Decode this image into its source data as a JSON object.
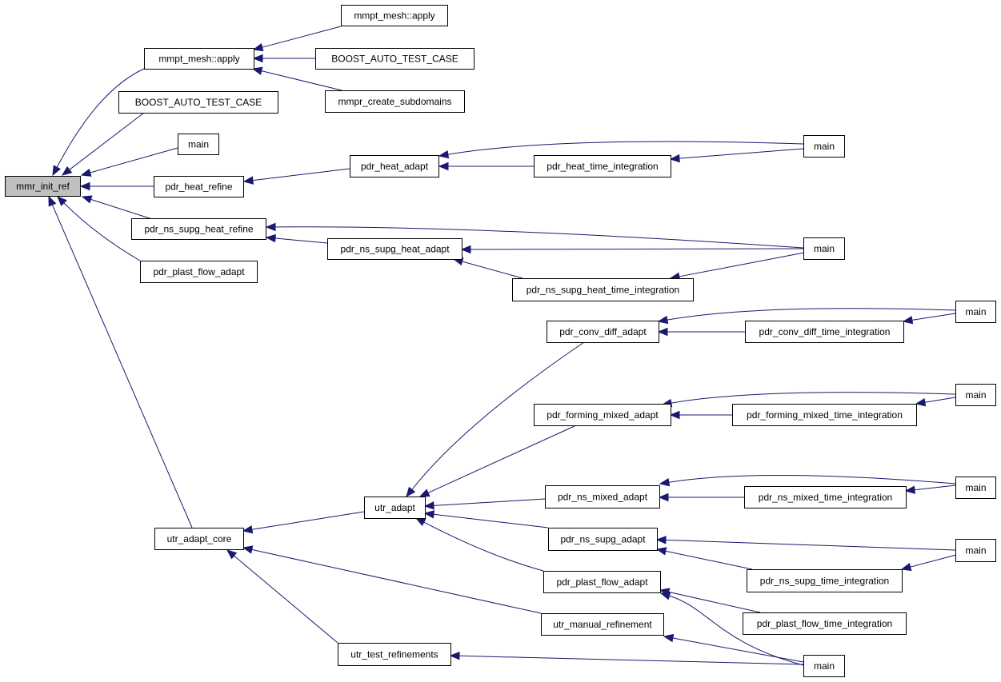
{
  "graph": {
    "edge_color": "#191970",
    "root_fill": "#bfbfbf",
    "nodes": [
      {
        "id": "mmr_init_ref",
        "label": "mmr_init_ref",
        "root": true
      },
      {
        "id": "mmpt_apply_1",
        "label": "mmpt_mesh::apply"
      },
      {
        "id": "mmpt_apply_2",
        "label": "mmpt_mesh::apply"
      },
      {
        "id": "boost_1",
        "label": "BOOST_AUTO_TEST_CASE"
      },
      {
        "id": "mmpr_create",
        "label": "mmpr_create_subdomains"
      },
      {
        "id": "boost_2",
        "label": "BOOST_AUTO_TEST_CASE"
      },
      {
        "id": "main_1",
        "label": "main"
      },
      {
        "id": "pdr_heat_refine",
        "label": "pdr_heat_refine"
      },
      {
        "id": "pdr_heat_adapt",
        "label": "pdr_heat_adapt"
      },
      {
        "id": "pdr_heat_time",
        "label": "pdr_heat_time_integration"
      },
      {
        "id": "main_2",
        "label": "main"
      },
      {
        "id": "pdr_ns_supg_heat_refine",
        "label": "pdr_ns_supg_heat_refine"
      },
      {
        "id": "pdr_ns_supg_heat_adapt",
        "label": "pdr_ns_supg_heat_adapt"
      },
      {
        "id": "main_3",
        "label": "main"
      },
      {
        "id": "pdr_ns_supg_heat_time",
        "label": "pdr_ns_supg_heat_time_integration"
      },
      {
        "id": "pdr_plast_flow_adapt_1",
        "label": "pdr_plast_flow_adapt"
      },
      {
        "id": "pdr_conv_diff_adapt",
        "label": "pdr_conv_diff_adapt"
      },
      {
        "id": "pdr_conv_diff_time",
        "label": "pdr_conv_diff_time_integration"
      },
      {
        "id": "main_4",
        "label": "main"
      },
      {
        "id": "pdr_forming_mixed_adapt",
        "label": "pdr_forming_mixed_adapt"
      },
      {
        "id": "pdr_forming_mixed_time",
        "label": "pdr_forming_mixed_time_integration"
      },
      {
        "id": "main_5",
        "label": "main"
      },
      {
        "id": "utr_adapt",
        "label": "utr_adapt"
      },
      {
        "id": "pdr_ns_mixed_adapt",
        "label": "pdr_ns_mixed_adapt"
      },
      {
        "id": "pdr_ns_mixed_time",
        "label": "pdr_ns_mixed_time_integration"
      },
      {
        "id": "main_6",
        "label": "main"
      },
      {
        "id": "utr_adapt_core",
        "label": "utr_adapt_core"
      },
      {
        "id": "pdr_ns_supg_adapt",
        "label": "pdr_ns_supg_adapt"
      },
      {
        "id": "main_7",
        "label": "main"
      },
      {
        "id": "pdr_ns_supg_time",
        "label": "pdr_ns_supg_time_integration"
      },
      {
        "id": "pdr_plast_flow_adapt_2",
        "label": "pdr_plast_flow_adapt"
      },
      {
        "id": "pdr_plast_flow_time",
        "label": "pdr_plast_flow_time_integration"
      },
      {
        "id": "utr_manual_refinement",
        "label": "utr_manual_refinement"
      },
      {
        "id": "utr_test_refinements",
        "label": "utr_test_refinements"
      },
      {
        "id": "main_8",
        "label": "main"
      }
    ],
    "edges": [
      {
        "from": "mmpt_apply_1",
        "to": "mmr_init_ref"
      },
      {
        "from": "boost_2",
        "to": "mmr_init_ref"
      },
      {
        "from": "main_1",
        "to": "mmr_init_ref"
      },
      {
        "from": "pdr_heat_refine",
        "to": "mmr_init_ref"
      },
      {
        "from": "pdr_ns_supg_heat_refine",
        "to": "mmr_init_ref"
      },
      {
        "from": "pdr_plast_flow_adapt_1",
        "to": "mmr_init_ref"
      },
      {
        "from": "utr_adapt_core",
        "to": "mmr_init_ref"
      },
      {
        "from": "mmpt_apply_2",
        "to": "mmpt_apply_1"
      },
      {
        "from": "boost_1",
        "to": "mmpt_apply_1"
      },
      {
        "from": "mmpr_create",
        "to": "mmpt_apply_1"
      },
      {
        "from": "pdr_heat_adapt",
        "to": "pdr_heat_refine"
      },
      {
        "from": "main_2",
        "to": "pdr_heat_adapt"
      },
      {
        "from": "pdr_heat_time",
        "to": "pdr_heat_adapt"
      },
      {
        "from": "main_2",
        "to": "pdr_heat_time"
      },
      {
        "from": "main_3",
        "to": "pdr_ns_supg_heat_refine"
      },
      {
        "from": "pdr_ns_supg_heat_adapt",
        "to": "pdr_ns_supg_heat_refine"
      },
      {
        "from": "main_3",
        "to": "pdr_ns_supg_heat_adapt"
      },
      {
        "from": "pdr_ns_supg_heat_time",
        "to": "pdr_ns_supg_heat_adapt"
      },
      {
        "from": "main_3",
        "to": "pdr_ns_supg_heat_time"
      },
      {
        "from": "main_4",
        "to": "pdr_conv_diff_adapt"
      },
      {
        "from": "pdr_conv_diff_time",
        "to": "pdr_conv_diff_adapt"
      },
      {
        "from": "main_4",
        "to": "pdr_conv_diff_time"
      },
      {
        "from": "main_5",
        "to": "pdr_forming_mixed_adapt"
      },
      {
        "from": "pdr_forming_mixed_time",
        "to": "pdr_forming_mixed_adapt"
      },
      {
        "from": "main_5",
        "to": "pdr_forming_mixed_time"
      },
      {
        "from": "pdr_conv_diff_adapt",
        "to": "utr_adapt"
      },
      {
        "from": "pdr_forming_mixed_adapt",
        "to": "utr_adapt"
      },
      {
        "from": "pdr_ns_mixed_adapt",
        "to": "utr_adapt"
      },
      {
        "from": "pdr_ns_supg_adapt",
        "to": "utr_adapt"
      },
      {
        "from": "pdr_plast_flow_adapt_2",
        "to": "utr_adapt"
      },
      {
        "from": "main_6",
        "to": "pdr_ns_mixed_adapt"
      },
      {
        "from": "pdr_ns_mixed_time",
        "to": "pdr_ns_mixed_adapt"
      },
      {
        "from": "main_6",
        "to": "pdr_ns_mixed_time"
      },
      {
        "from": "utr_adapt",
        "to": "utr_adapt_core"
      },
      {
        "from": "utr_manual_refinement",
        "to": "utr_adapt_core"
      },
      {
        "from": "utr_test_refinements",
        "to": "utr_adapt_core"
      },
      {
        "from": "main_7",
        "to": "pdr_ns_supg_adapt"
      },
      {
        "from": "pdr_ns_supg_time",
        "to": "pdr_ns_supg_adapt"
      },
      {
        "from": "main_7",
        "to": "pdr_ns_supg_time"
      },
      {
        "from": "main_8",
        "to": "pdr_plast_flow_adapt_2"
      },
      {
        "from": "pdr_plast_flow_time",
        "to": "pdr_plast_flow_adapt_2"
      },
      {
        "from": "main_8",
        "to": "utr_manual_refinement"
      },
      {
        "from": "main_8",
        "to": "utr_test_refinements"
      }
    ]
  }
}
